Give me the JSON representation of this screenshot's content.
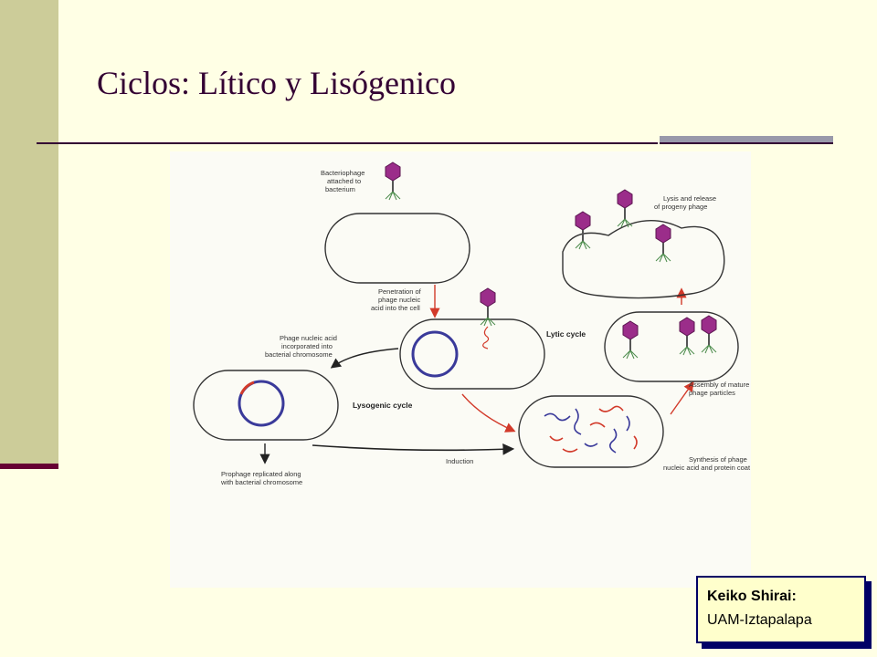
{
  "slide": {
    "title": "Ciclos: Lítico y Lisógenico"
  },
  "diagram": {
    "labels": {
      "attached": [
        "Bacteriophage",
        "attached to",
        "bacterium"
      ],
      "penetration": [
        "Penetration of",
        "phage nucleic",
        "acid into the cell"
      ],
      "incorporated": [
        "Phage nucleic acid",
        "incorporated into",
        "bacterial chromosome"
      ],
      "lytic_cycle": "Lytic cycle",
      "lysogenic_cycle": "Lysogenic cycle",
      "prophage": [
        "Prophage replicated along",
        "with bacterial chromosome"
      ],
      "induction": "Induction",
      "synthesis": [
        "Synthesis of phage",
        "nucleic acid and protein coat"
      ],
      "assembly": [
        "Assembly of mature",
        "phage particles"
      ],
      "lysis": [
        "Lysis and release",
        "of progeny phage"
      ]
    }
  },
  "credit": {
    "name": "Keiko Shirai:",
    "affiliation": "UAM-Iztapalapa"
  },
  "colors": {
    "sidebar": "#cccc99",
    "background": "#ffffe5",
    "title": "#330033",
    "accent_dark": "#660033",
    "credit_border": "#000066",
    "credit_fill": "#ffffcc"
  }
}
